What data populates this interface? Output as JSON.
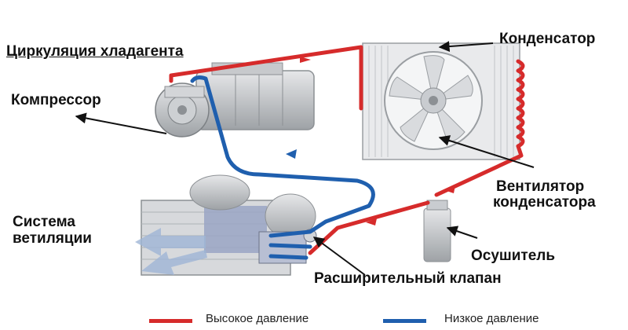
{
  "title": "Циркуляция хладагента",
  "labels": {
    "compressor": "Компрессор",
    "condenser": "Конденсатор",
    "fan_line1": "Вентилятор",
    "fan_line2": "конденсатора",
    "ventilation_line1": "Система",
    "ventilation_line2": "ветиляции",
    "dryer": "Осушитель",
    "expansion_valve": "Расширительный клапан"
  },
  "legend": {
    "high": {
      "label": "Высокое давление",
      "color": "#d62b2b"
    },
    "low": {
      "label": "Низкое давление",
      "color": "#1f5fae"
    }
  },
  "colors": {
    "high_pressure": "#d62b2b",
    "low_pressure": "#1f5fae",
    "equipment": "#b9bcc0",
    "arrow": "#111111"
  },
  "icons": [
    "compressor-icon",
    "condenser-icon",
    "fan-icon",
    "evaporator-icon",
    "dryer-icon",
    "expansion-valve-icon",
    "airflow-arrow-icon"
  ]
}
